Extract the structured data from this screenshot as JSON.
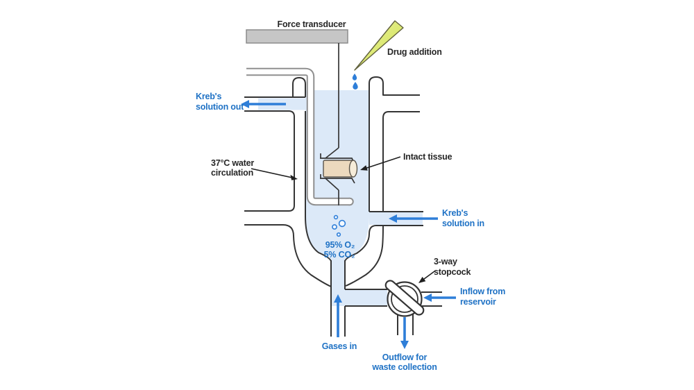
{
  "diagram": {
    "subject": "isolated tissue organ bath apparatus",
    "labels": {
      "force_transducer": "Force transducer",
      "drug_addition": "Drug addition",
      "krebs_out": {
        "line1": "Kreb's",
        "line2": "solution out"
      },
      "water_circulation": {
        "line1": "37°C water",
        "line2": "circulation"
      },
      "intact_tissue": "Intact tissue",
      "krebs_in": {
        "line1": "Kreb's",
        "line2": "solution in"
      },
      "gas_mixture": {
        "line1": "95% O₂",
        "line2": "5% CO₂"
      },
      "stopcock": {
        "line1": "3-way",
        "line2": "stopcock"
      },
      "inflow": {
        "line1": "Inflow from",
        "line2": "reservoir"
      },
      "gases_in": "Gases in",
      "outflow": {
        "line1": "Outflow for",
        "line2": "waste collection"
      }
    },
    "flows": [
      {
        "name": "krebs-solution-out",
        "direction": "left"
      },
      {
        "name": "krebs-solution-in",
        "direction": "left"
      },
      {
        "name": "gases-in",
        "direction": "up"
      },
      {
        "name": "inflow-from-reservoir",
        "direction": "left"
      },
      {
        "name": "outflow-waste",
        "direction": "down"
      }
    ],
    "colors": {
      "background": "#ffffff",
      "glass_outline": "#343434",
      "liquid": "#dce9f8",
      "flow_arrow_blue": "#2e7ed8",
      "blue_text": "#1f72c5",
      "black_text": "#262626",
      "transducer_gray": "#c6c6c6",
      "holder_tube_gray": "#8f8f8f",
      "tissue_fill": "#ecd9be",
      "tissue_cap": "#f6ecd9",
      "pipette_green_light": "#eef4a3",
      "pipette_green_dark": "#cde04c"
    }
  }
}
